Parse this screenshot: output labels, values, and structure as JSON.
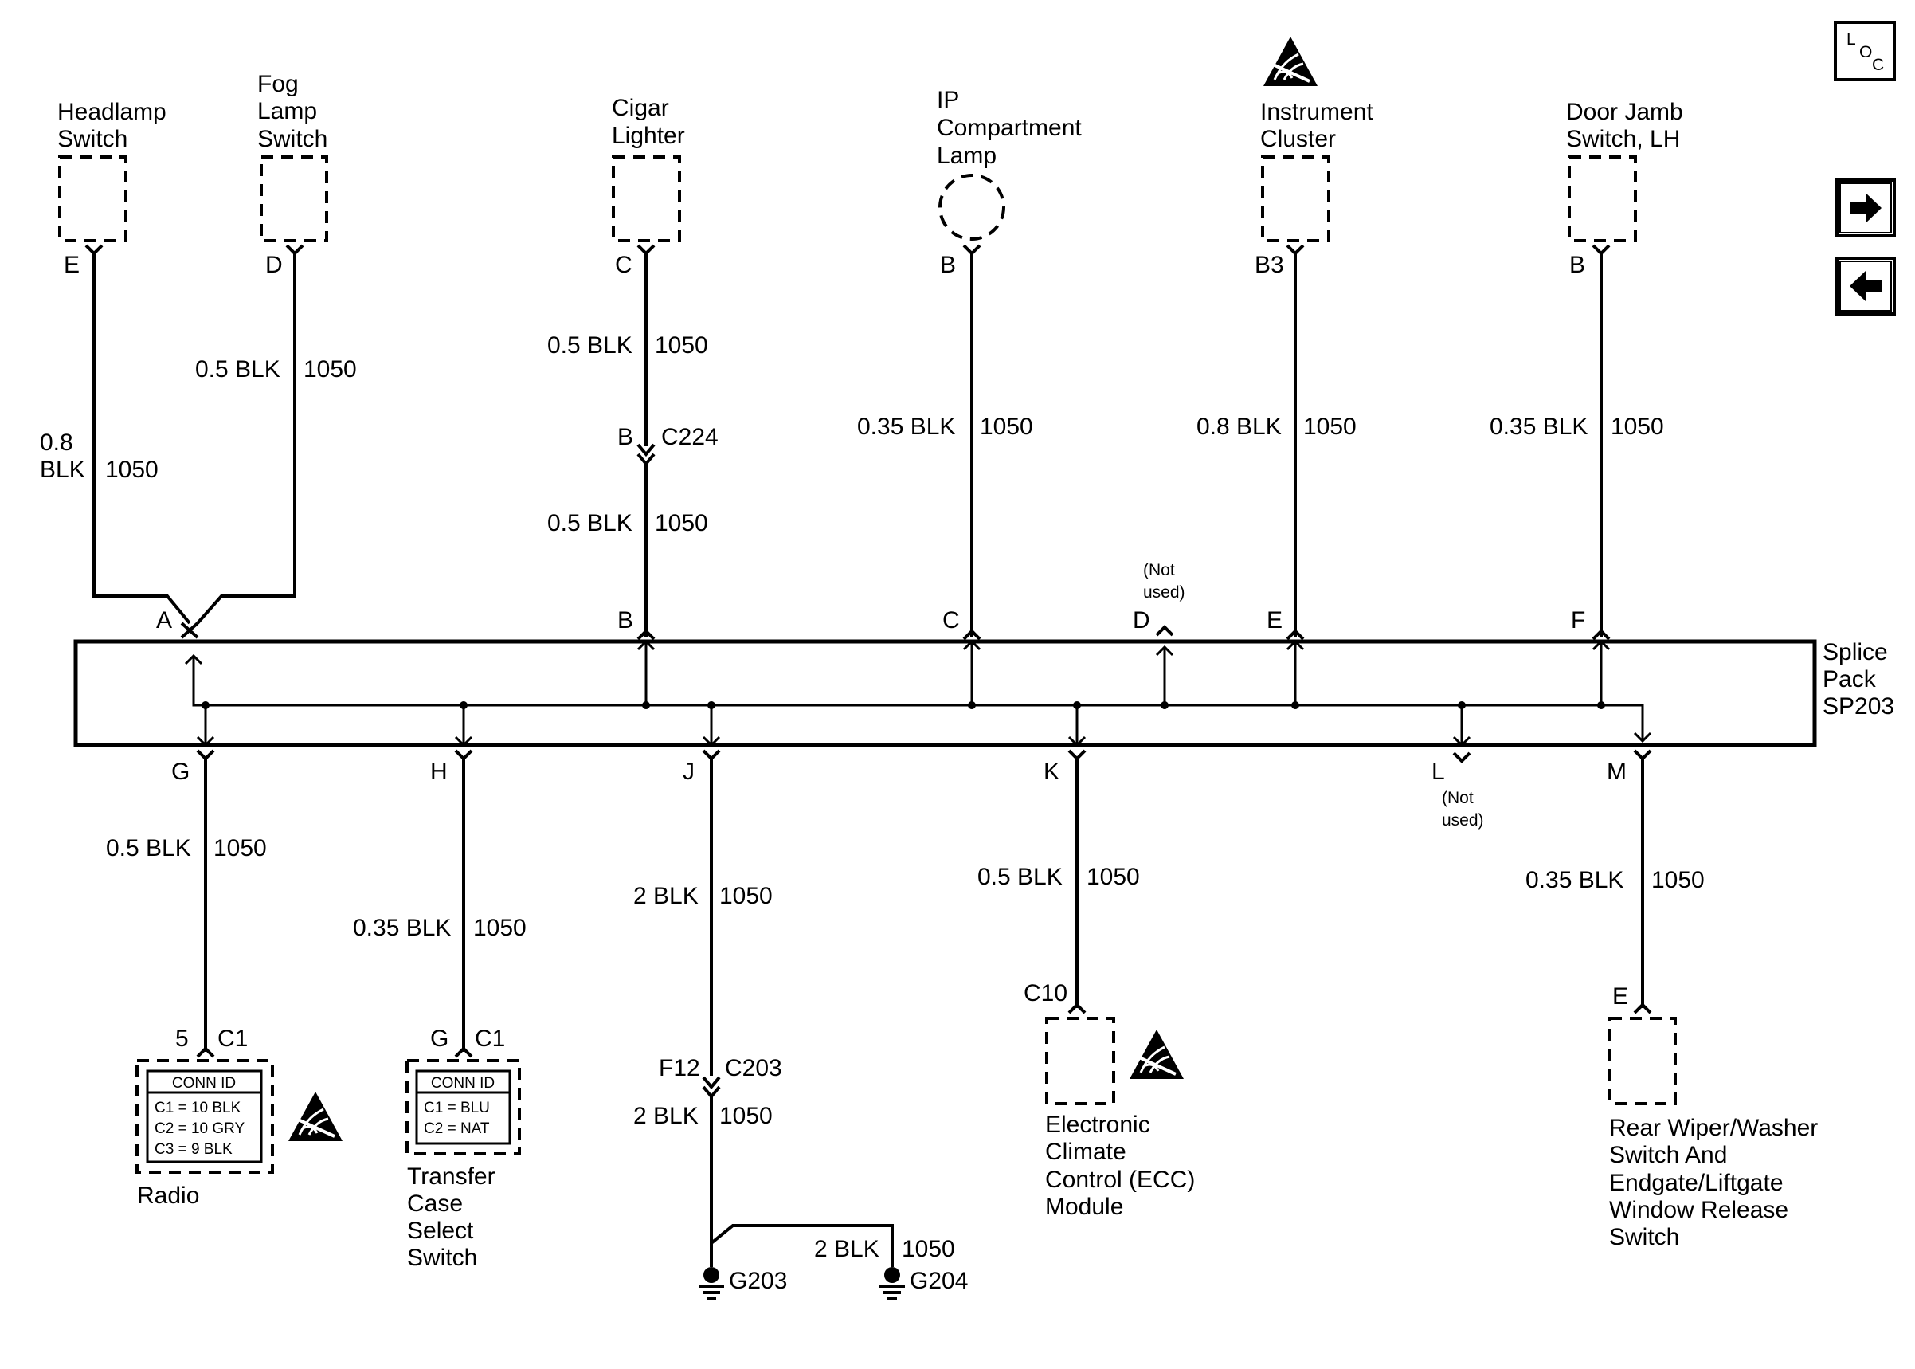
{
  "components": {
    "headlamp_switch": [
      "Headlamp",
      "Switch"
    ],
    "fog_lamp_switch": [
      "Fog",
      "Lamp",
      "Switch"
    ],
    "cigar_lighter": [
      "Cigar",
      "Lighter"
    ],
    "ip_lamp": [
      "IP",
      "Compartment",
      "Lamp"
    ],
    "instrument_cluster": [
      "Instrument",
      "Cluster"
    ],
    "door_jamb_switch": [
      "Door Jamb",
      "Switch, LH"
    ],
    "radio": "Radio",
    "transfer_case": [
      "Transfer",
      "Case",
      "Select",
      "Switch"
    ],
    "ecc_module": [
      "Electronic",
      "Climate",
      "Control (ECC)",
      "Module"
    ],
    "rear_wiper": [
      "Rear Wiper/Washer",
      "Switch And",
      "Endgate/Liftgate",
      "Window Release",
      "Switch"
    ],
    "splice_pack": [
      "Splice",
      "Pack",
      "SP203"
    ]
  },
  "pins": {
    "headlamp": "E",
    "fog": "D",
    "cigar": "C",
    "ip": "B",
    "cluster": "B3",
    "door": "B",
    "sp_a": "A",
    "sp_b": "B",
    "sp_c": "C",
    "sp_d": "D",
    "sp_e": "E",
    "sp_f": "F",
    "sp_g": "G",
    "sp_h": "H",
    "sp_j": "J",
    "sp_k": "K",
    "sp_l": "L",
    "sp_m": "M",
    "c224_pin": "B",
    "c224": "C224",
    "c203_pin": "F12",
    "c203": "C203",
    "radio_pin": "5",
    "radio_conn": "C1",
    "tc_pin": "G",
    "tc_conn": "C1",
    "ecc_pin": "C10",
    "rear_pin": "E"
  },
  "not_used": [
    "(Not",
    "used)"
  ],
  "wires": {
    "headlamp": [
      "0.8",
      "BLK",
      "1050"
    ],
    "fog": [
      "0.5 BLK",
      "1050"
    ],
    "cigar_upper": [
      "0.5 BLK",
      "1050"
    ],
    "cigar_lower": [
      "0.5 BLK",
      "1050"
    ],
    "ip": [
      "0.35 BLK",
      "1050"
    ],
    "cluster": [
      "0.8 BLK",
      "1050"
    ],
    "door": [
      "0.35 BLK",
      "1050"
    ],
    "radio": [
      "0.5 BLK",
      "1050"
    ],
    "transfer": [
      "0.35 BLK",
      "1050"
    ],
    "ground_upper": [
      "2 BLK",
      "1050"
    ],
    "ground_lower": [
      "2 BLK",
      "1050"
    ],
    "ground_link": [
      "2 BLK",
      "1050"
    ],
    "ecc": [
      "0.5 BLK",
      "1050"
    ],
    "rear": [
      "0.35 BLK",
      "1050"
    ]
  },
  "grounds": [
    "G203",
    "G204"
  ],
  "radio_conn_id": {
    "title": "CONN ID",
    "rows": [
      "C1 = 10 BLK",
      "C2 = 10 GRY",
      "C3 = 9 BLK"
    ]
  },
  "tc_conn_id": {
    "title": "CONN ID",
    "rows": [
      "C1 = BLU",
      "C2 = NAT"
    ]
  },
  "loc_button": {
    "l": "L",
    "o": "O",
    "c": "C"
  },
  "icons": {
    "esd": "esd-warning-icon",
    "next": "arrow-right-icon",
    "prev": "arrow-left-icon"
  }
}
